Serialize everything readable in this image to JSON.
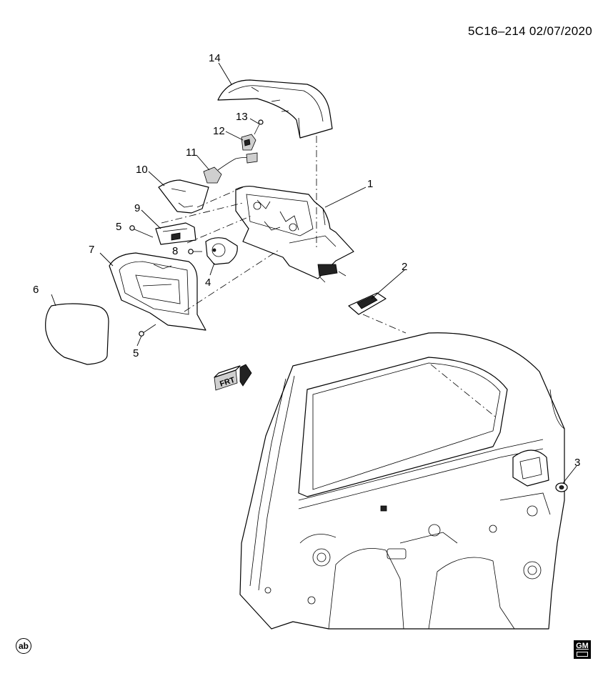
{
  "header": {
    "code": "5C16–214  02/07/2020"
  },
  "callouts": [
    "1",
    "2",
    "3",
    "4",
    "5",
    "5",
    "6",
    "7",
    "8",
    "9",
    "10",
    "11",
    "12",
    "13",
    "14"
  ],
  "direction_marker": {
    "text": "FRT"
  },
  "footer": {
    "left_symbol": "ab",
    "logo_text": "GM"
  }
}
